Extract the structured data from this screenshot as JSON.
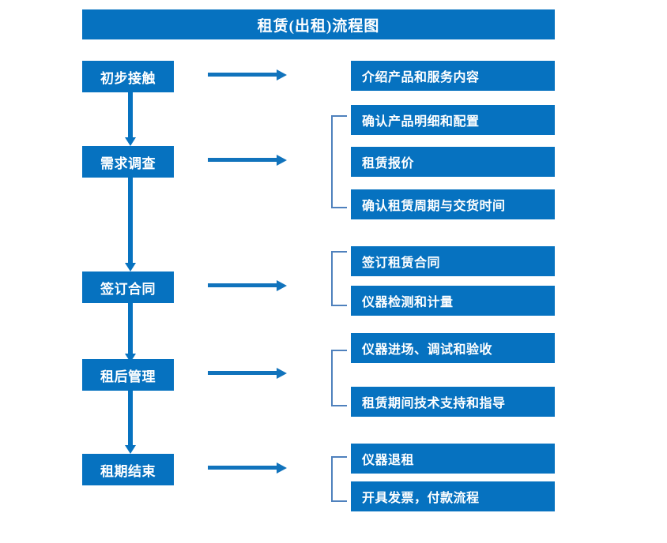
{
  "diagram": {
    "title": "租赁(出租)流程图",
    "colors": {
      "box_blue": "#0672C0",
      "arrow_blue": "#1173BC",
      "bracket_blue": "#4F81BD",
      "text_white": "#FFFFFF",
      "background": "#FFFFFF"
    },
    "stages": [
      {
        "label": "初步接触",
        "details": [
          "介绍产品和服务内容"
        ],
        "bracketed": false
      },
      {
        "label": "需求调查",
        "details": [
          "确认产品明细和配置",
          "租赁报价",
          "确认租赁周期与交货时间"
        ],
        "bracketed": true
      },
      {
        "label": "签订合同",
        "details": [
          "签订租赁合同",
          "仪器检测和计量"
        ],
        "bracketed": true
      },
      {
        "label": "租后管理",
        "details": [
          "仪器进场、调试和验收",
          "租赁期间技术支持和指导"
        ],
        "bracketed": true
      },
      {
        "label": "租期结束",
        "details": [
          "仪器退租",
          "开具发票，付款流程"
        ],
        "bracketed": true
      }
    ]
  }
}
